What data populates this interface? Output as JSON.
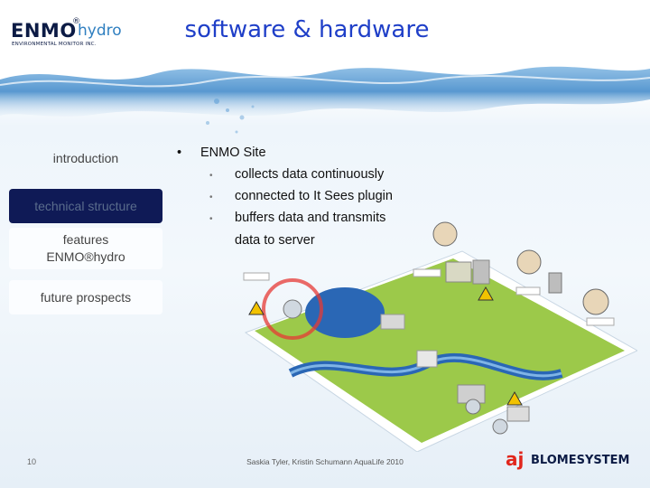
{
  "header": {
    "logo_main": "ENMO",
    "logo_reg": "®",
    "logo_sub": "hydro",
    "logo_tag": "ENVIRONMENTAL MONITOR INC.",
    "title": "software & hardware"
  },
  "nav": {
    "items": [
      {
        "label": "introduction"
      },
      {
        "label": "technical structure"
      },
      {
        "label_line1": "features",
        "label_line2": "ENMO®hydro"
      },
      {
        "label": "future prospects"
      }
    ]
  },
  "content": {
    "bullet": "ENMO Site",
    "sub_bullets": [
      "collects data continuously",
      "connected to It Sees plugin",
      "buffers data and transmits"
    ],
    "sub_bullet_continuation": "data to server"
  },
  "footer": {
    "page_number": "10",
    "credit": "Saskia Tyler, Kristin Schumann AquaLife 2010",
    "brand_aj": "aj",
    "brand_name": "BLOMESYSTEM"
  },
  "colors": {
    "title": "#1f3fc8",
    "nav_active": "#0f1a56",
    "logo_dark": "#0c1b45",
    "logo_blue": "#2f7fc0",
    "brand_red": "#e1261c"
  }
}
